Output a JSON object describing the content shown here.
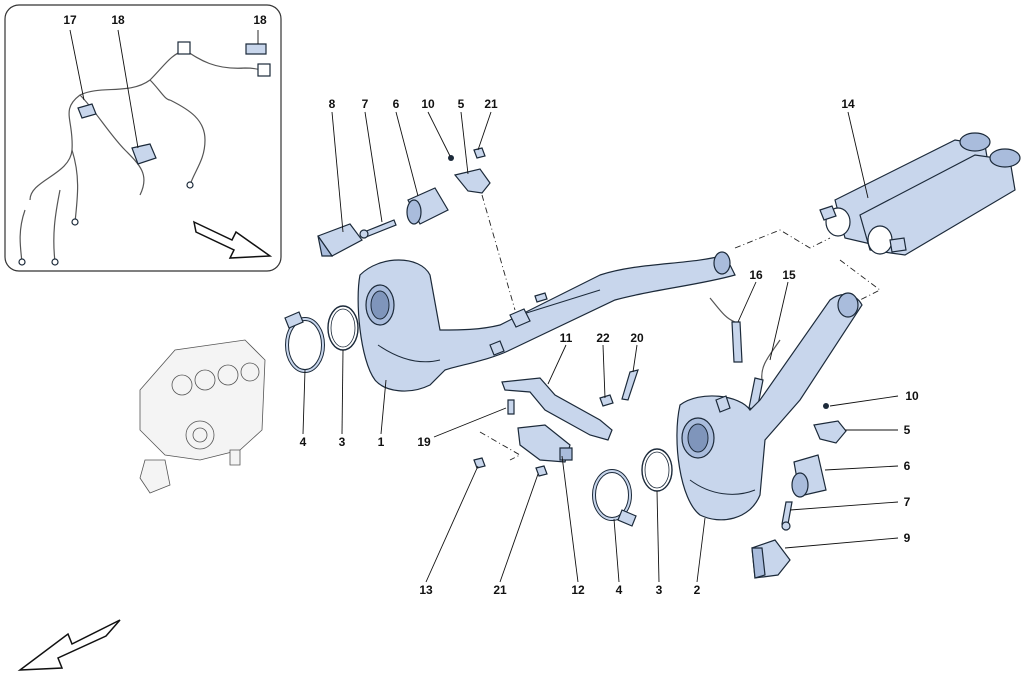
{
  "callouts": [
    {
      "id": "c8",
      "text": "8"
    },
    {
      "id": "c7",
      "text": "7"
    },
    {
      "id": "c6",
      "text": "6"
    },
    {
      "id": "c10",
      "text": "10"
    },
    {
      "id": "c5",
      "text": "5"
    },
    {
      "id": "c21",
      "text": "21"
    },
    {
      "id": "c14",
      "text": "14"
    },
    {
      "id": "c16",
      "text": "16"
    },
    {
      "id": "c15",
      "text": "15"
    },
    {
      "id": "c11",
      "text": "11"
    },
    {
      "id": "c22",
      "text": "22"
    },
    {
      "id": "c20",
      "text": "20"
    },
    {
      "id": "c10b",
      "text": "10"
    },
    {
      "id": "c5b",
      "text": "5"
    },
    {
      "id": "c6b",
      "text": "6"
    },
    {
      "id": "c7b",
      "text": "7"
    },
    {
      "id": "c9",
      "text": "9"
    },
    {
      "id": "c4",
      "text": "4"
    },
    {
      "id": "c3",
      "text": "3"
    },
    {
      "id": "c1",
      "text": "1"
    },
    {
      "id": "c19",
      "text": "19"
    },
    {
      "id": "c13",
      "text": "13"
    },
    {
      "id": "c21b",
      "text": "21"
    },
    {
      "id": "c12",
      "text": "12"
    },
    {
      "id": "c4b",
      "text": "4"
    },
    {
      "id": "c3b",
      "text": "3"
    },
    {
      "id": "c2",
      "text": "2"
    },
    {
      "id": "c17",
      "text": "17"
    },
    {
      "id": "c18",
      "text": "18"
    },
    {
      "id": "c18b",
      "text": "18"
    }
  ],
  "icons": {
    "inset_arrow": "direction-arrow-icon",
    "main_arrow": "direction-arrow-icon"
  },
  "colors": {
    "part_fill": "#c8d6ec",
    "outline": "#1c2a3a"
  }
}
